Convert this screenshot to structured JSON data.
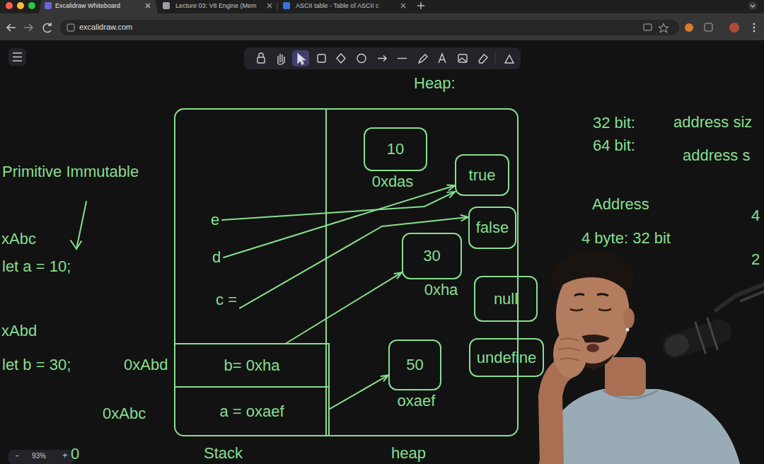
{
  "diagram": {
    "nodes": [
      {
        "text": [
          "Heap:"
        ]
      },
      {
        "text": [
          "e"
        ],
        "in": 0
      },
      {
        "text": [
          "d"
        ],
        "in": 0
      },
      {
        "text": [
          "c ="
        ],
        "in": 0
      },
      {
        "text": [
          "b= 0xha"
        ],
        "in": 0
      },
      {
        "text": [
          "a = oxaef"
        ],
        "in": 0
      },
      {
        "text": [
          "10",
          "0xdas"
        ],
        "in": 0
      },
      {
        "text": [
          "true"
        ],
        "in": 0
      },
      {
        "text": [
          "false"
        ],
        "in": 0
      },
      {
        "text": [
          "30",
          "0xha"
        ],
        "in": 0
      },
      {
        "text": [
          "null"
        ],
        "in": 0
      },
      {
        "text": [
          "undefine"
        ],
        "in": 0
      },
      {
        "text": [
          "50",
          "oxaef"
        ],
        "in": 0
      }
    ],
    "edges": [
      {
        "from": 1,
        "to": 7,
        "arrow": "to"
      },
      {
        "from": 2,
        "to": 7,
        "arrow": "to"
      },
      {
        "from": 3,
        "to": 8,
        "arrow": "to"
      },
      {
        "from": 4,
        "to": 9,
        "arrow": "to"
      },
      {
        "from": 5,
        "to": 12,
        "arrow": "to"
      }
    ],
    "labels": [
      "Excalidraw Whiteboard",
      "Lecture 03: V8 Engine (Mem",
      "ASCII table - Table of ASCII c",
      "excalidraw.com",
      "Primitive Immutable",
      "xAbc",
      "let a = 10;",
      "xAbd",
      "let b = 30;",
      "0xAbd",
      "0xAbc",
      "0",
      "Stack",
      "heap",
      "32 bit:",
      "address siz",
      "64 bit:",
      "address s",
      "Address",
      "4 byte: 32 bit",
      "4",
      "2",
      "-",
      "93%",
      "+"
    ]
  }
}
